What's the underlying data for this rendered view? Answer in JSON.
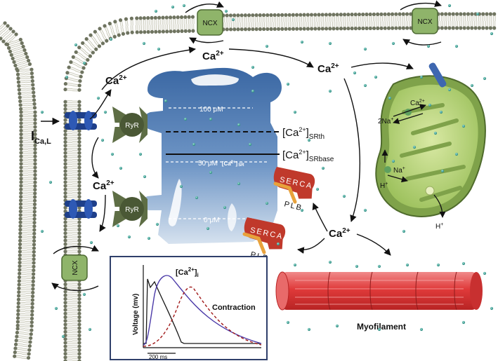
{
  "labels": {
    "ica_main": "I",
    "ica_sub": "Ca,L",
    "ca2_base": "Ca",
    "ca2_sup": "2+",
    "ryr": "RyR",
    "ncx": "NCX",
    "serca": "SERCA",
    "plb": "PLB",
    "sr_100": "100 μM",
    "sr_50": "50 μM",
    "sr_ca_inner": "[Ca",
    "sr_ca_inner_sup": "2+",
    "sr_ca_inner_end": "]",
    "sr_ca_inner_sub": "SR",
    "sr_0": "0 μM",
    "sr_th_pre": "[Ca",
    "sr_th_sup": "2+",
    "sr_th_post": "]",
    "sr_th_sub": "SRth",
    "sr_base_sub": "SRbase",
    "mito_ca": "Ca",
    "mito_ca_sup": "2+",
    "mito_2na": "2Na",
    "mito_2na_sup": "+",
    "mito_na": "Na",
    "mito_na_sup": "+",
    "mito_h": "H",
    "mito_h_sup": "+",
    "myofilament": "Myofilament",
    "inset_cai": "[Ca",
    "inset_cai_sup": "2+",
    "inset_cai_post": "]",
    "inset_cai_sub": "i",
    "inset_ylabel": "Voltage (mv)",
    "inset_contraction": "Contraction",
    "inset_scale": "200 ms"
  },
  "colors": {
    "membrane_head": "#6f7460",
    "membrane_tail": "#c8c8b8",
    "sr_blue": "#3f6fa8",
    "sr_light": "#d7e2ee",
    "ncx_green": "#8fb46a",
    "ryr_green": "#5e6e45",
    "serca_red": "#c0392b",
    "plb_orange": "#e8a23c",
    "mito_outer": "#7fa24a",
    "mito_inner": "#c6dc8e",
    "myo_red": "#e04848",
    "ap_black": "#1a1a1a",
    "cai_purple": "#4b3aa8",
    "contraction_red": "#a01818"
  },
  "icons": [
    "ryr-channel-icon",
    "l-type-channel-icon",
    "ncx-exchanger-icon",
    "serca-pump-icon",
    "plb-icon",
    "mitochondrion-icon",
    "myofilament-icon"
  ]
}
